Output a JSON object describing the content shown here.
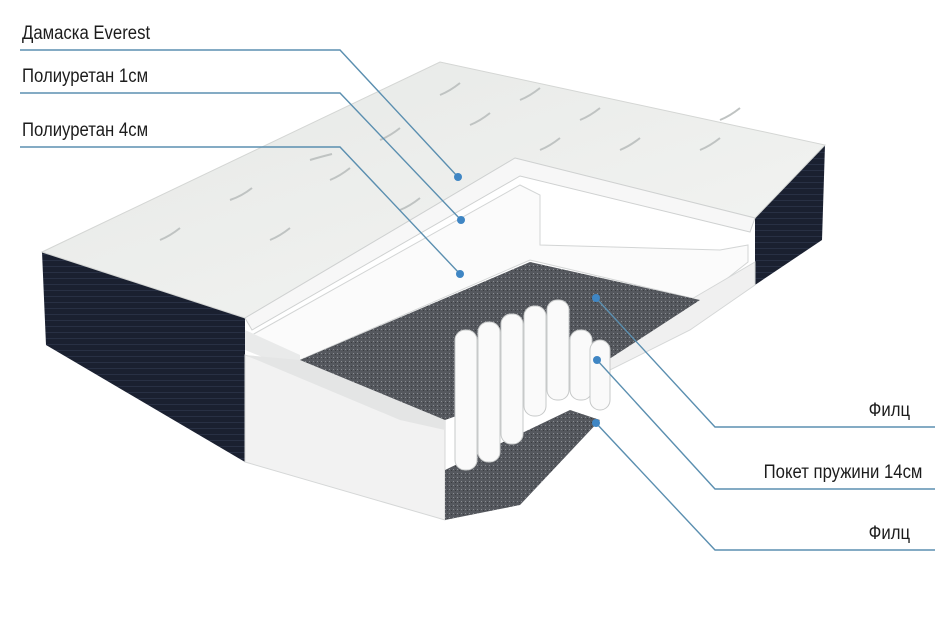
{
  "labels_left": [
    {
      "text": "Дамаска Everest"
    },
    {
      "text": "Полиуретан 1см"
    },
    {
      "text": "Полиуретан 4см"
    }
  ],
  "labels_right": [
    {
      "text": "Филц"
    },
    {
      "text": "Покет пружини 14см"
    },
    {
      "text": "Филц"
    }
  ],
  "colors": {
    "leader": "#5b8fb0",
    "dot": "#3f86c4",
    "side": "#1b2130",
    "felt": "#5a5d63",
    "top": "#eef0ee"
  }
}
